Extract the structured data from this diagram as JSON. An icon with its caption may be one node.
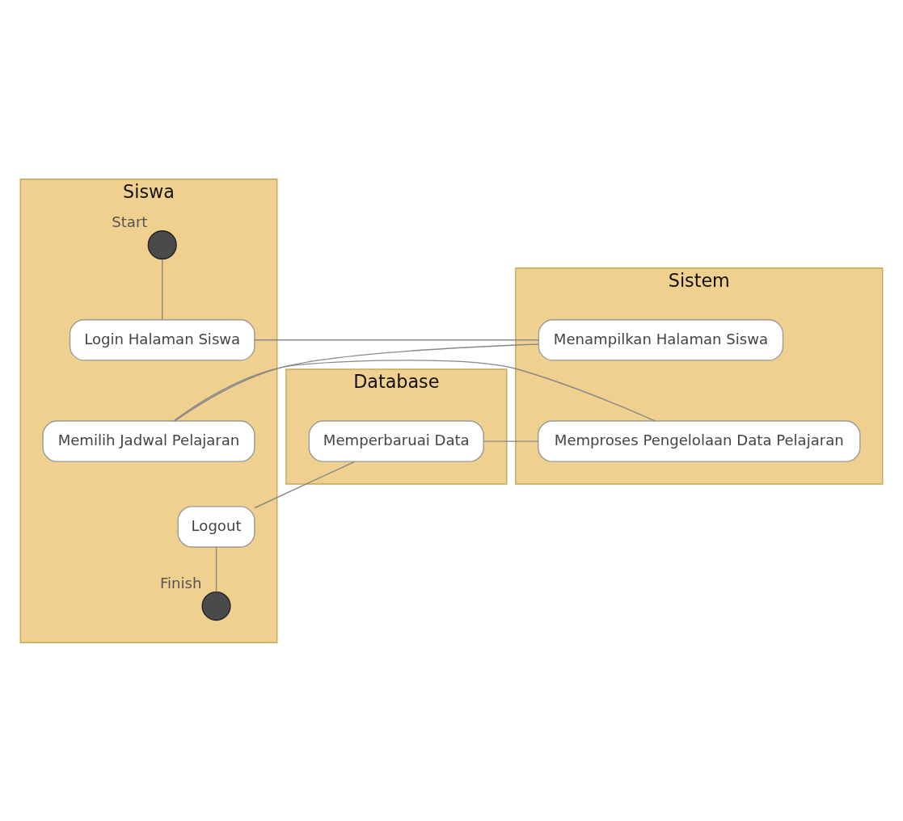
{
  "diagram": {
    "nodes": [
      {
        "text": [
          "Siswa"
        ]
      },
      {
        "text": [
          "Sistem"
        ]
      },
      {
        "text": [
          "Database"
        ]
      },
      {
        "text": [],
        "shape": "circle",
        "beside": [
          "Start"
        ],
        "in": 0
      },
      {
        "text": [
          "Login Halaman Siswa"
        ],
        "in": 0
      },
      {
        "text": [
          "Menampilkan Halaman Siswa"
        ],
        "in": 1
      },
      {
        "text": [
          "Memilih Jadwal Pelajaran"
        ],
        "in": 0
      },
      {
        "text": [
          "Memproses Pengelolaan Data Pelajaran"
        ],
        "in": 1
      },
      {
        "text": [
          "Memperbaruai Data"
        ],
        "in": 2
      },
      {
        "text": [
          "Logout"
        ],
        "in": 0
      },
      {
        "text": [],
        "shape": "circle",
        "beside": [
          "Finish"
        ],
        "in": 0
      }
    ],
    "edges": [
      {
        "from": 3,
        "to": 4,
        "arrow": "none"
      },
      {
        "from": 4,
        "to": 5,
        "arrow": "none"
      },
      {
        "from": 5,
        "to": 6,
        "arrow": "none"
      },
      {
        "from": 6,
        "to": 7,
        "arrow": "none"
      },
      {
        "from": 7,
        "to": 8,
        "arrow": "none"
      },
      {
        "from": 8,
        "to": 9,
        "arrow": "none"
      },
      {
        "from": 9,
        "to": 10,
        "arrow": "none"
      }
    ]
  }
}
